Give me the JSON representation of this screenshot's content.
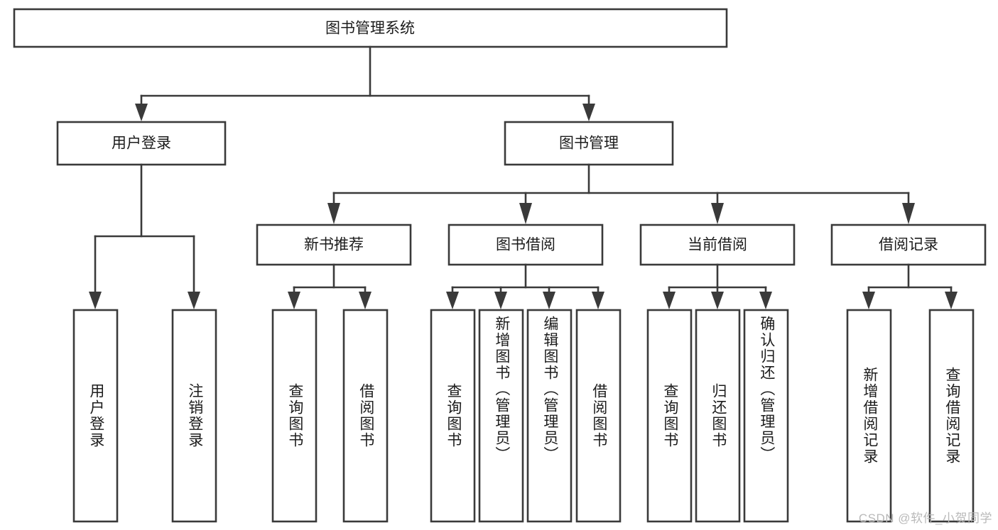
{
  "diagram": {
    "title": "图书管理系统",
    "type": "hierarchy-tree",
    "watermark": "CSDN @软件_小贺同学",
    "colors": {
      "stroke": "#3a3a3a",
      "fill": "#ffffff",
      "text": "#1c1c1c",
      "watermark": "#b9b9b9"
    },
    "levels": {
      "root": {
        "label": "图书管理系统"
      },
      "level2": [
        {
          "label": "用户登录"
        },
        {
          "label": "图书管理"
        }
      ],
      "level3": [
        {
          "label": "新书推荐"
        },
        {
          "label": "图书借阅"
        },
        {
          "label": "当前借阅"
        },
        {
          "label": "借阅记录"
        }
      ],
      "leaves_user_login": [
        {
          "label": "用户登录"
        },
        {
          "label": "注销登录"
        }
      ],
      "leaves_new_book": [
        {
          "label": "查询图书"
        },
        {
          "label": "借阅图书"
        }
      ],
      "leaves_borrow": [
        {
          "label": "查询图书"
        },
        {
          "label": "新增图书（管理员）"
        },
        {
          "label": "编辑图书（管理员）"
        },
        {
          "label": "借阅图书"
        }
      ],
      "leaves_current": [
        {
          "label": "查询图书"
        },
        {
          "label": "归还图书"
        },
        {
          "label": "确认归还（管理员）"
        }
      ],
      "leaves_record": [
        {
          "label": "新增借阅记录"
        },
        {
          "label": "查询借阅记录"
        }
      ]
    }
  }
}
